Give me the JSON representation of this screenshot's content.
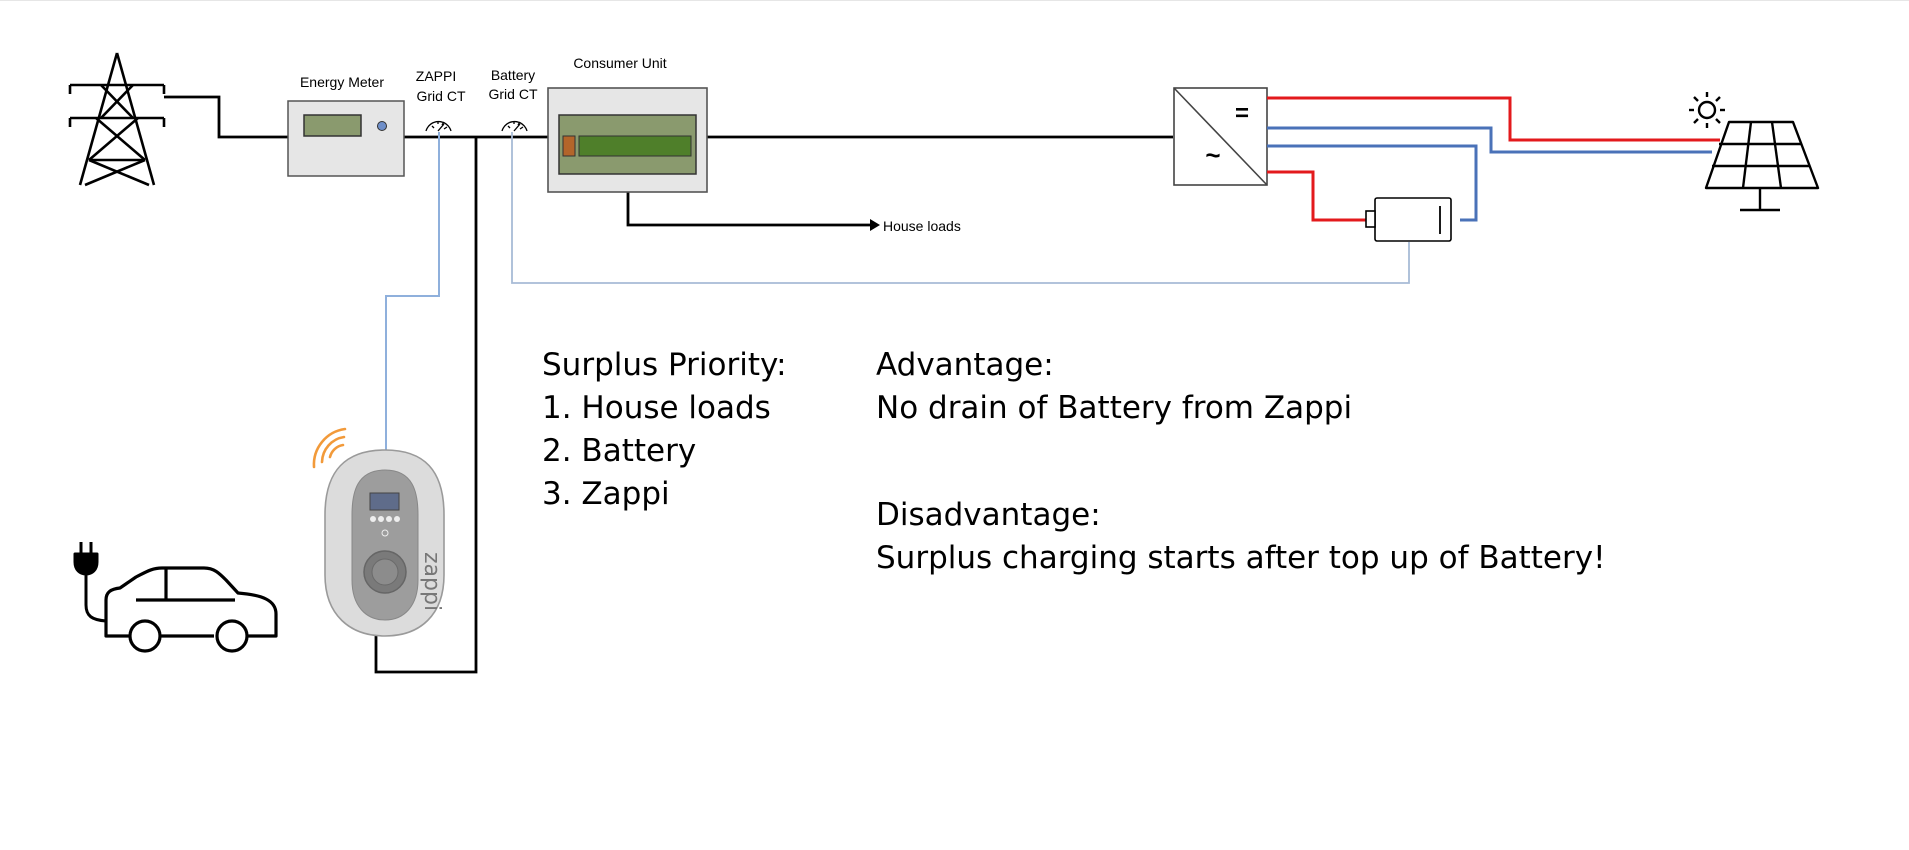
{
  "labels": {
    "energy_meter": "Energy Meter",
    "zappi_grid_ct": [
      "ZAPPI",
      "Grid CT"
    ],
    "battery_grid_ct": [
      "Battery",
      "Grid CT"
    ],
    "consumer_unit": "Consumer Unit",
    "house_loads": "House loads",
    "inverter_dc": "=",
    "inverter_ac": "~",
    "charger_brand": "zappi"
  },
  "notes": {
    "priority_title": "Surplus Priority:",
    "priority_items": [
      "1. House loads",
      "2. Battery",
      "3. Zappi"
    ],
    "advantage_title": "Advantage:",
    "advantage_text": "No drain of Battery from Zappi",
    "disadvantage_title": "Disadvantage:",
    "disadvantage_text": "Surplus charging starts after top up of Battery!"
  },
  "colors": {
    "ac_line": "#000000",
    "dc_positive": "#e31a1c",
    "dc_negative": "#4a72b8",
    "ct_signal": "#9fb4d6",
    "meter_display": "#8a9a6e",
    "cu_bar": "#4f7f2a",
    "cu_accent": "#b3652a",
    "wireless": "#f29a3a"
  },
  "icons": [
    "pylon-icon",
    "solar-panel-icon",
    "sun-icon",
    "car-icon",
    "plug-icon",
    "battery-icon",
    "inverter-icon",
    "ct-clamp-icon",
    "zappi-charger-icon",
    "wireless-signal-icon"
  ]
}
